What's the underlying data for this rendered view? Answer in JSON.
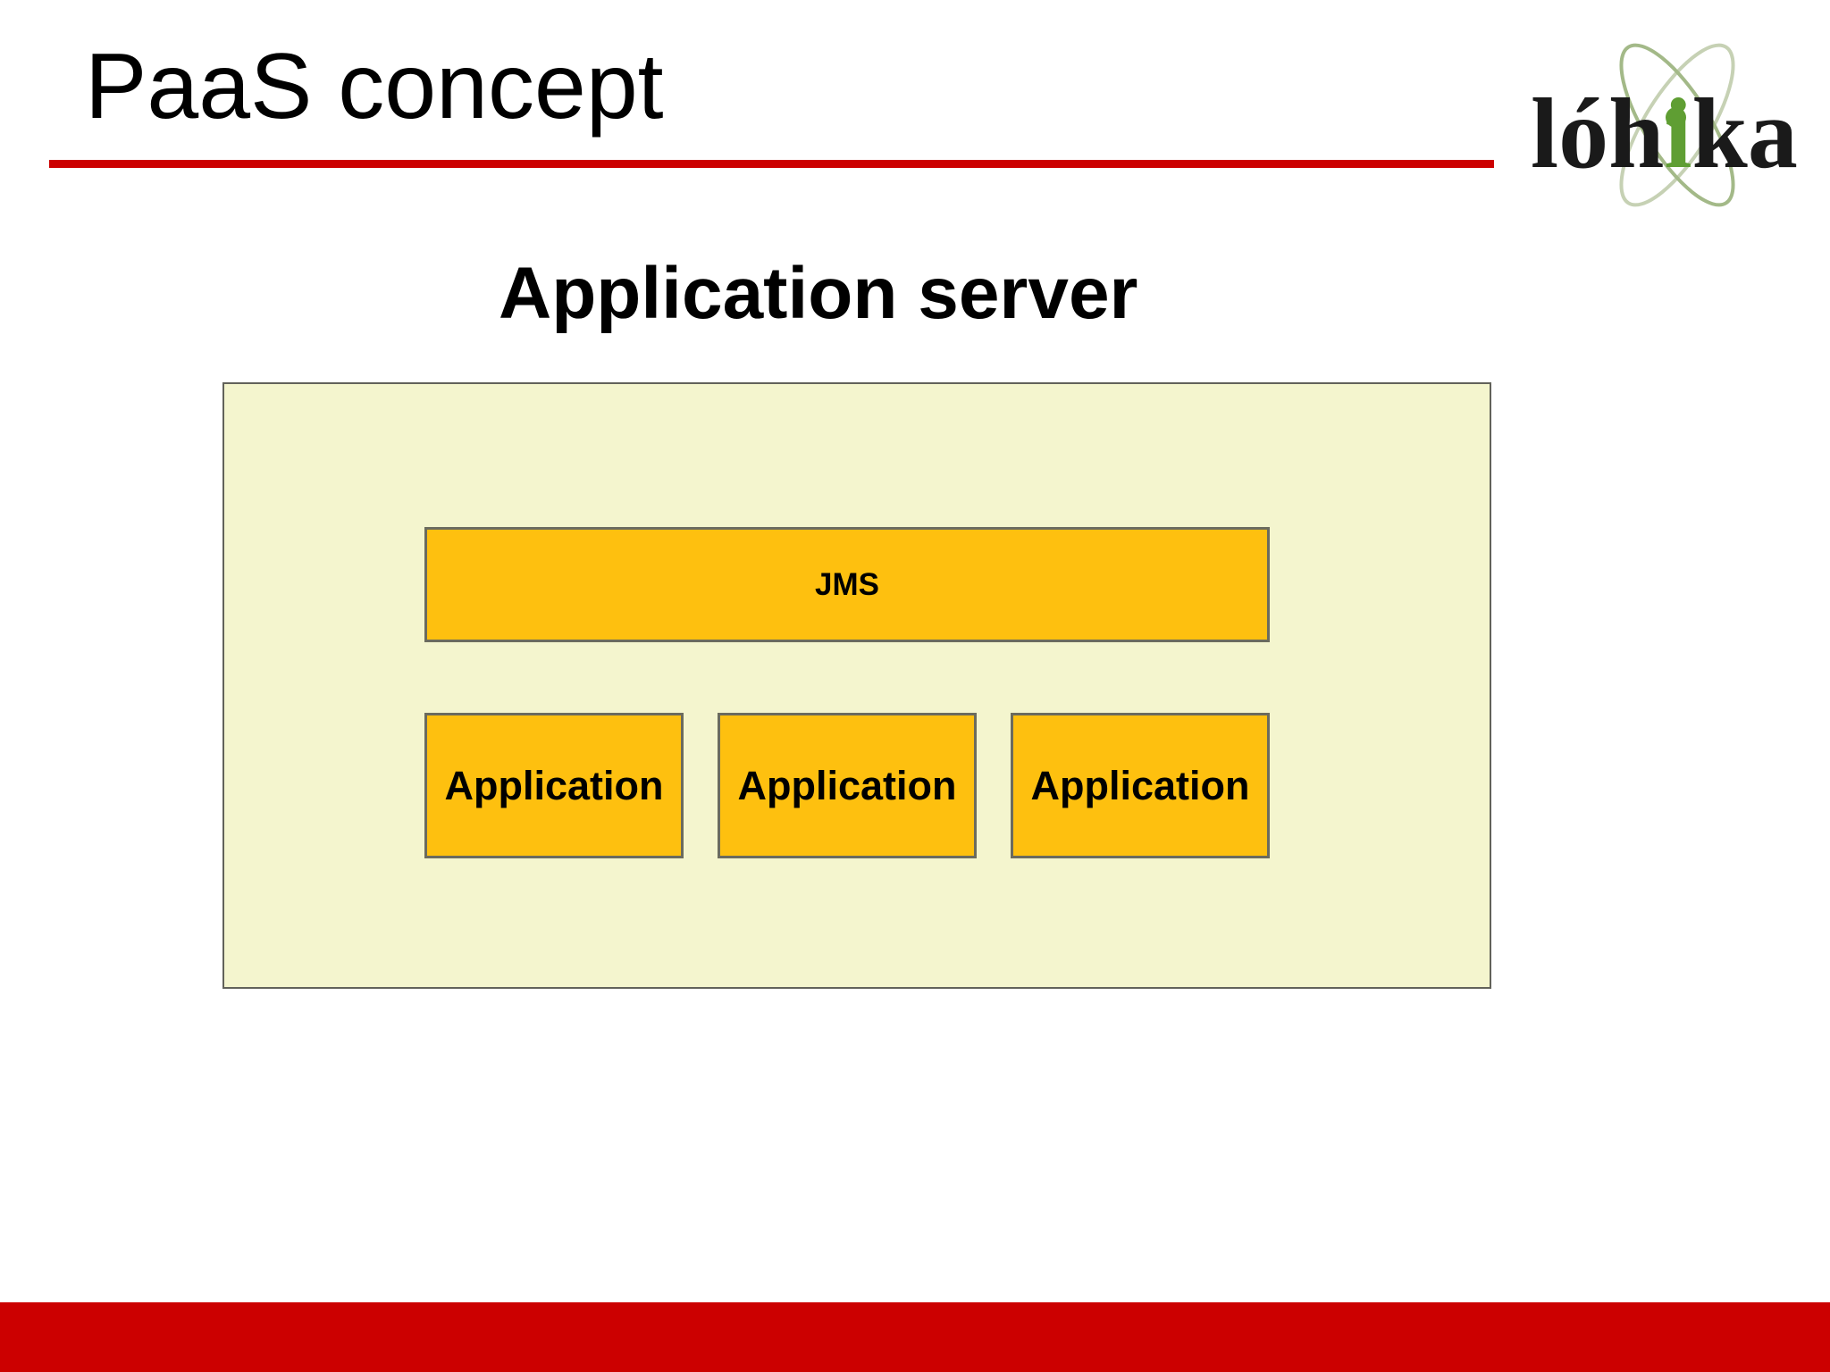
{
  "slide": {
    "title": "PaaS concept",
    "logo": {
      "pre": "lóh",
      "accent": "i",
      "post": "ka"
    },
    "diagram": {
      "heading": "Application server",
      "server_panel": {
        "jms_label": "JMS",
        "applications": [
          "Application",
          "Application",
          "Application"
        ]
      }
    },
    "colors": {
      "accent_red": "#CC0000",
      "panel_fill": "#F4F5CE",
      "panel_border": "#62625A",
      "block_fill": "#FEC00F",
      "block_border": "#6B6B5E",
      "logo_green": "#5F9E33",
      "orbit_green": "#A3B988"
    }
  }
}
